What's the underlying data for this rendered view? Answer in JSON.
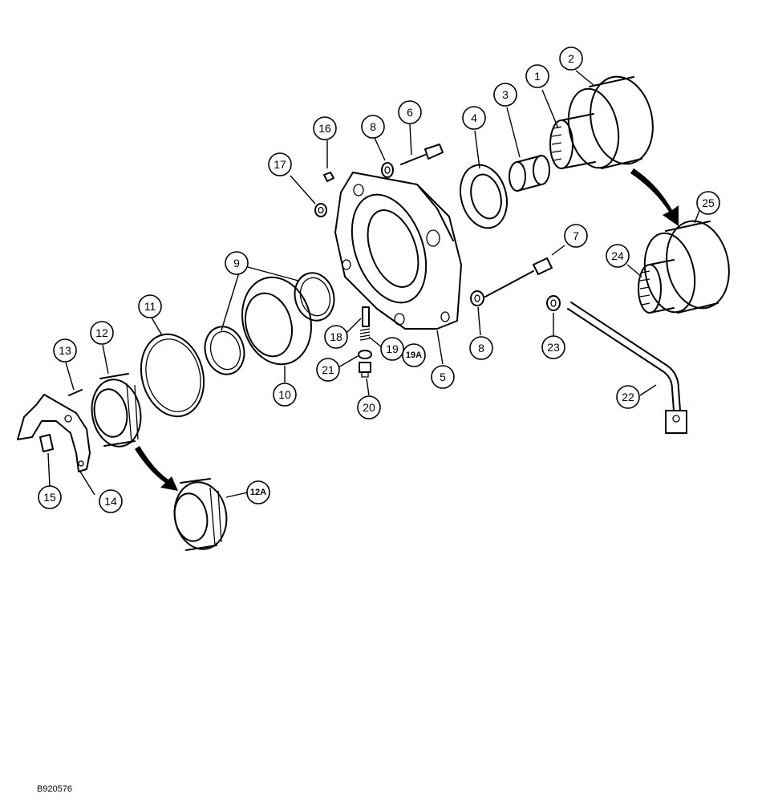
{
  "figure_code": "B920576",
  "callouts": [
    {
      "id": "c1",
      "label": "1"
    },
    {
      "id": "c2",
      "label": "2"
    },
    {
      "id": "c3",
      "label": "3"
    },
    {
      "id": "c4",
      "label": "4"
    },
    {
      "id": "c5",
      "label": "5"
    },
    {
      "id": "c6",
      "label": "6"
    },
    {
      "id": "c7",
      "label": "7"
    },
    {
      "id": "c8a",
      "label": "8"
    },
    {
      "id": "c8b",
      "label": "8"
    },
    {
      "id": "c9",
      "label": "9"
    },
    {
      "id": "c10",
      "label": "10"
    },
    {
      "id": "c11",
      "label": "11"
    },
    {
      "id": "c12",
      "label": "12"
    },
    {
      "id": "c12A",
      "label": "12A"
    },
    {
      "id": "c13",
      "label": "13"
    },
    {
      "id": "c14",
      "label": "14"
    },
    {
      "id": "c15",
      "label": "15"
    },
    {
      "id": "c16",
      "label": "16"
    },
    {
      "id": "c17",
      "label": "17"
    },
    {
      "id": "c18",
      "label": "18"
    },
    {
      "id": "c19",
      "label": "19"
    },
    {
      "id": "c19A",
      "label": "19A"
    },
    {
      "id": "c20",
      "label": "20"
    },
    {
      "id": "c21",
      "label": "21"
    },
    {
      "id": "c22",
      "label": "22"
    },
    {
      "id": "c23",
      "label": "23"
    },
    {
      "id": "c24",
      "label": "24"
    },
    {
      "id": "c25",
      "label": "25"
    }
  ]
}
